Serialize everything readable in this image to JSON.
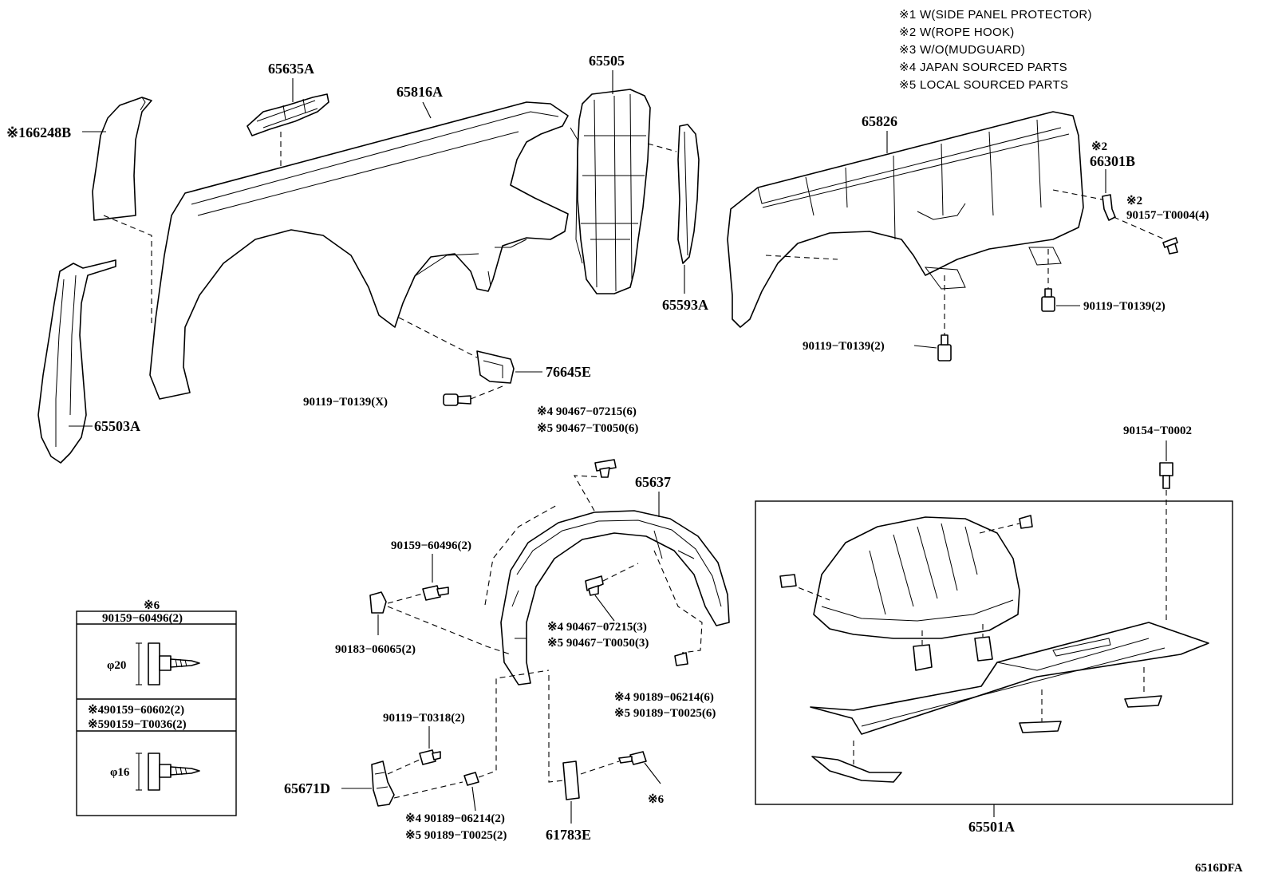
{
  "notes": [
    "※1 W(SIDE PANEL PROTECTOR)",
    "※2 W(ROPE HOOK)",
    "※3 W/O(MUDGUARD)",
    "※4 JAPAN SOURCED PARTS",
    "※5 LOCAL SOURCED PARTS"
  ],
  "labels": {
    "p66248b": "※166248B",
    "p65635a": "65635A",
    "p65816a": "65816A",
    "p65505": "65505",
    "p65593a": "65593A",
    "p65503a": "65503A",
    "p76645e": "76645E",
    "p90119_x": "90119−T0139(X)",
    "p65826": "65826",
    "p66301b_mark": "※2",
    "p66301b": "66301B",
    "p90157_mark": "※2",
    "p90157": "90157−T0004(4)",
    "p90119_a": "90119−T0139(2)",
    "p90119_b": "90119−T0139(2)",
    "p90467_a4": "※4 90467−07215(6)",
    "p90467_a5": "※5 90467−T0050(6)",
    "p65637": "65637",
    "p90159": "90159−60496(2)",
    "p90183": "90183−06065(2)",
    "p90467_b4": "※4 90467−07215(3)",
    "p90467_b5": "※5 90467−T0050(3)",
    "p90189_a4": "※4 90189−06214(6)",
    "p90189_a5": "※5 90189−T0025(6)",
    "p90119_t0318": "90119−T0318(2)",
    "p65671d": "65671D",
    "p90189_b4": "※4 90189−06214(2)",
    "p90189_b5": "※5 90189−T0025(2)",
    "p61783e": "61783E",
    "p6_mark": "※6",
    "p90154": "90154−T0002",
    "p65501a": "65501A"
  },
  "inset": {
    "mark": "※6",
    "header1": "90159−60496(2)",
    "dim1": "φ20",
    "header2a": "※490159−60602(2)",
    "header2b": "※590159−T0036(2)",
    "dim2": "φ16"
  },
  "diagram_code": "6516DFA"
}
